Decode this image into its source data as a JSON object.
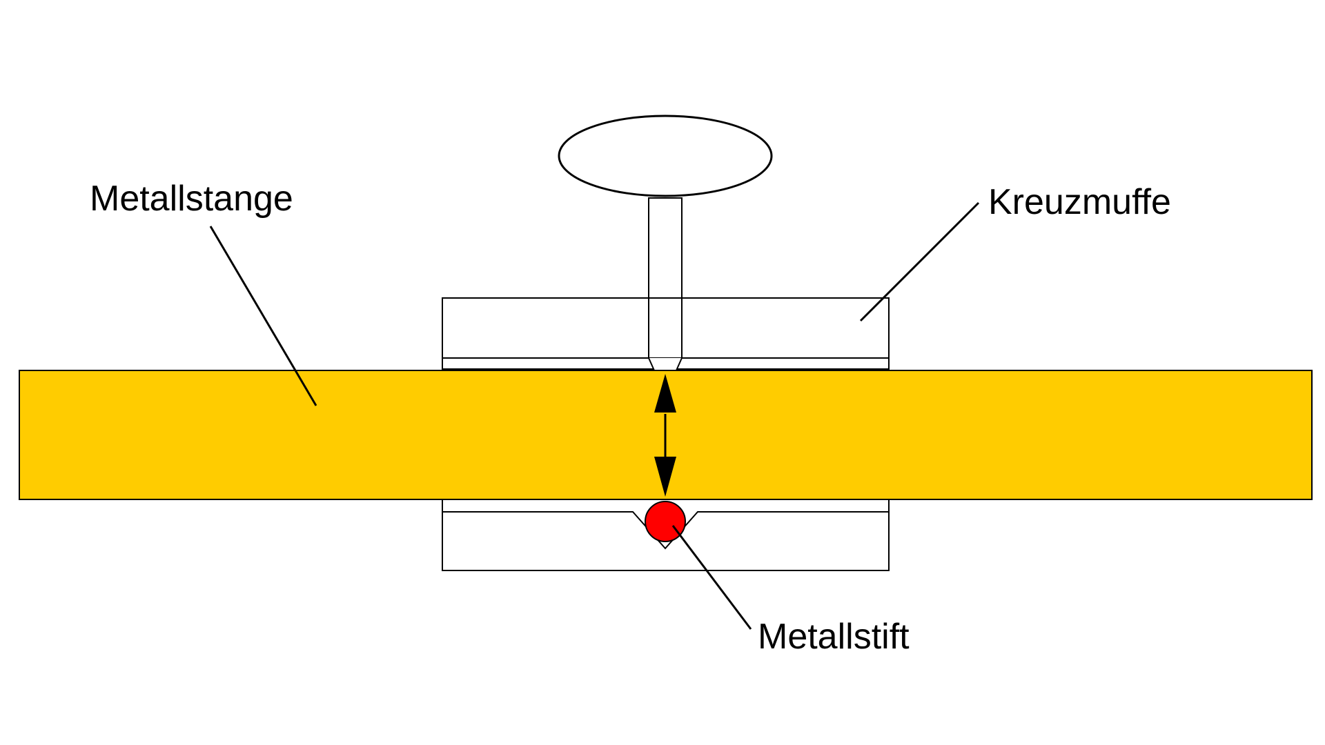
{
  "labels": {
    "rod": "Metallstange",
    "clamp": "Kreuzmuffe",
    "pin": "Metallstift"
  },
  "colors": {
    "rod": "#FFCC00",
    "pin": "#FF0000",
    "outline": "#000000",
    "background": "#FFFFFF"
  }
}
